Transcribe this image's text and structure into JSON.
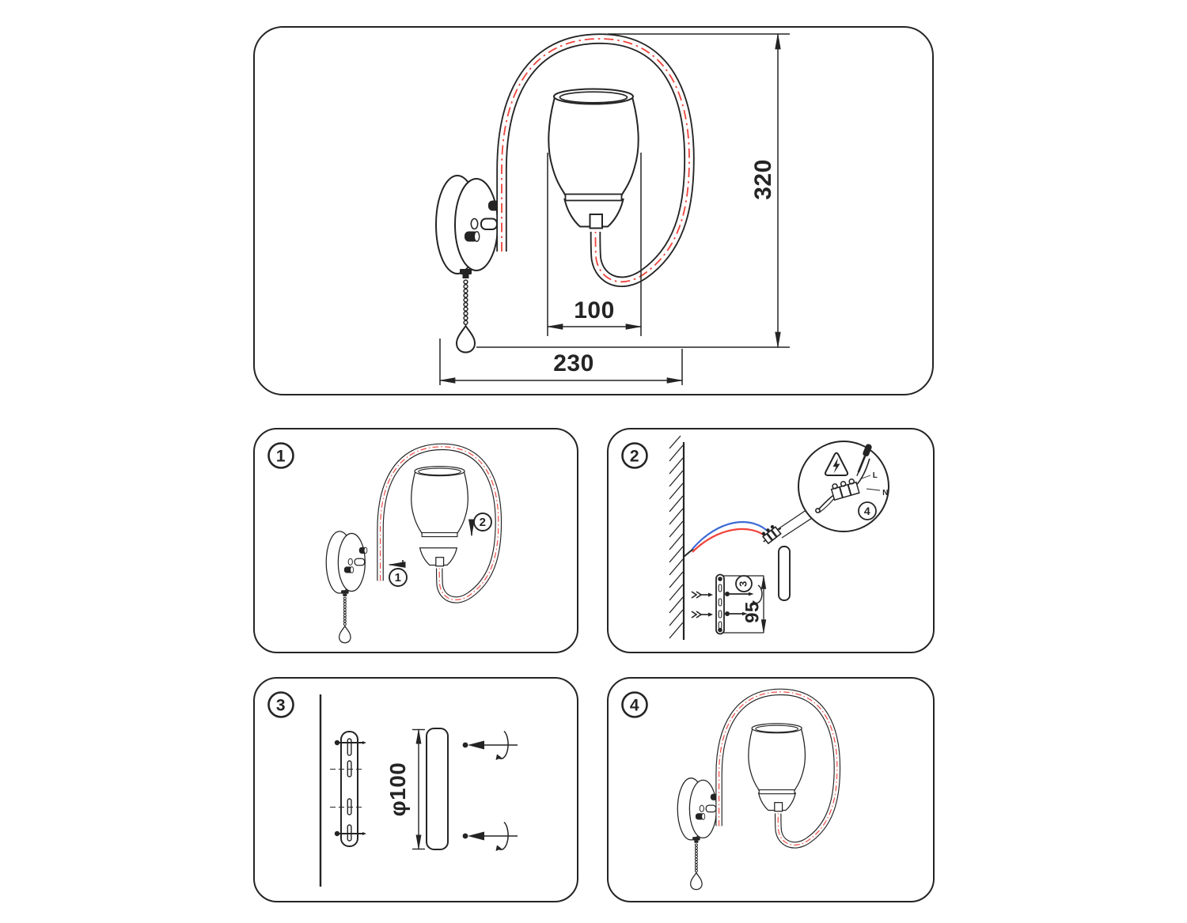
{
  "document": {
    "type": "wall-lamp installation instruction sheet"
  },
  "colors": {
    "line": "#242424",
    "wire_red": "#f0443c",
    "wire_blue": "#3d6bd5",
    "background": "#ffffff"
  },
  "overview": {
    "dim_height": "320",
    "dim_shade_diameter": "100",
    "dim_total_width": "230"
  },
  "step1": {
    "badge": "1",
    "callout_arm": "1",
    "callout_shade": "2"
  },
  "step2": {
    "badge": "2",
    "dim_bracket_screws": "95",
    "callout_bracket": "3",
    "callout_wiring": "4",
    "terminal_live": "L",
    "terminal_neutral": "N"
  },
  "step3": {
    "badge": "3",
    "dim_backplate": "φ100"
  },
  "step4": {
    "badge": "4"
  },
  "icons": {
    "warning": "lightning-warning-triangle",
    "screwdriver": "screwdriver",
    "rotation": "rotate-arrow",
    "anchor": "wall-plug",
    "pull_chain": "pull-chain-switch"
  }
}
